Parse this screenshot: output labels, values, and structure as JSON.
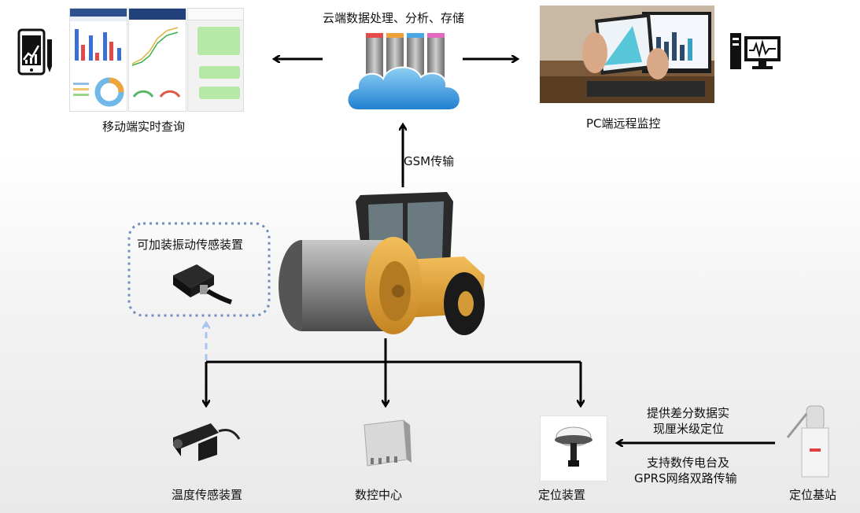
{
  "labels": {
    "cloud": "云端数据处理、分析、存储",
    "mobile": "移动端实时查询",
    "pc": "PC端远程监控",
    "gsm": "GSM传输",
    "vibration": "可加装振动传感装置",
    "temperature": "温度传感装置",
    "control": "数控中心",
    "positioning": "定位装置",
    "base_station": "定位基站",
    "diff_line1": "提供差分数据实",
    "diff_line2": "现厘米级定位",
    "radio_line1": "支持数传电台及",
    "radio_line2": "GPRS网络双路传输"
  },
  "colors": {
    "roller_yellow": "#e8a93a",
    "dashed_box": "#6f8fbf",
    "dashed_arrow": "#a9c4ef",
    "cloud_blue": "#3b9be0",
    "arrow": "#000000"
  },
  "icons": {
    "mobile": "tablet-chart-icon",
    "pc": "monitor-waveform-icon"
  }
}
